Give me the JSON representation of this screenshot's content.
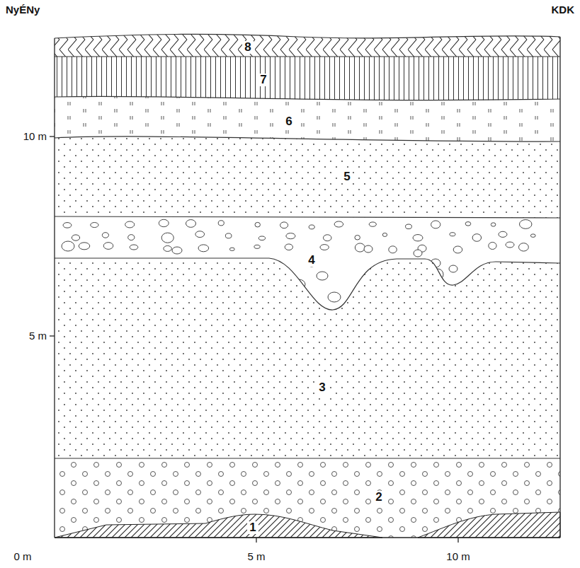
{
  "diagram": {
    "labels": [
      "NyÉNy",
      "KDK",
      "8",
      "7",
      "6",
      "5",
      "4",
      "3",
      "2",
      "1",
      "10 m",
      "5 m",
      "0 m",
      "5 m",
      "10 m"
    ]
  }
}
